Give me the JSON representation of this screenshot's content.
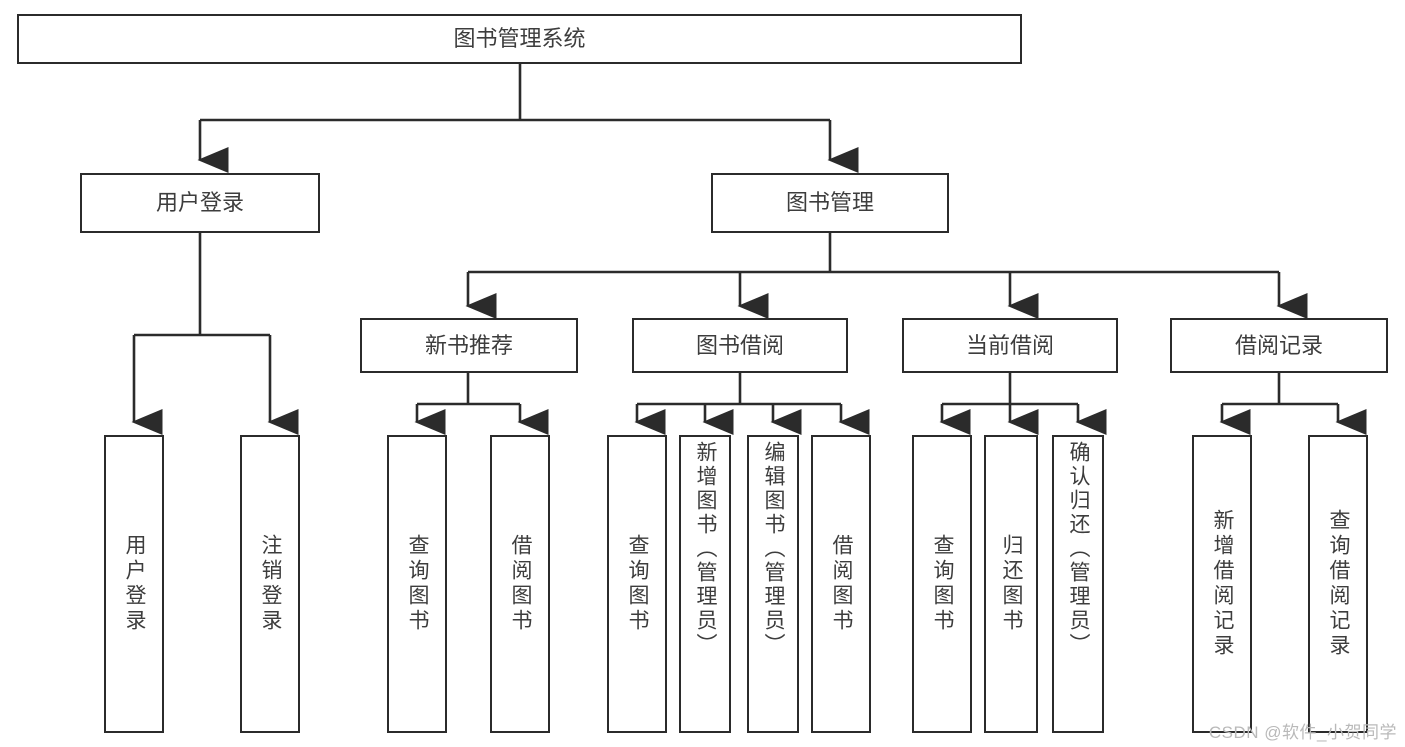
{
  "diagram": {
    "title": "图书管理系统",
    "type": "tree",
    "root": {
      "label": "图书管理系统"
    },
    "level1": [
      {
        "label": "用户登录"
      },
      {
        "label": "图书管理"
      }
    ],
    "level2": [
      {
        "label": "新书推荐",
        "parent": "图书管理"
      },
      {
        "label": "图书借阅",
        "parent": "图书管理"
      },
      {
        "label": "当前借阅",
        "parent": "图书管理"
      },
      {
        "label": "借阅记录",
        "parent": "图书管理"
      }
    ],
    "leaves": [
      {
        "label": "用户登录",
        "parent": "用户登录"
      },
      {
        "label": "注销登录",
        "parent": "用户登录"
      },
      {
        "label": "查询图书",
        "parent": "新书推荐"
      },
      {
        "label": "借阅图书",
        "parent": "新书推荐"
      },
      {
        "label": "查询图书",
        "parent": "图书借阅"
      },
      {
        "label": "新增图书（管理员）",
        "parent": "图书借阅"
      },
      {
        "label": "编辑图书（管理员）",
        "parent": "图书借阅"
      },
      {
        "label": "借阅图书",
        "parent": "图书借阅"
      },
      {
        "label": "查询图书",
        "parent": "当前借阅"
      },
      {
        "label": "归还图书",
        "parent": "当前借阅"
      },
      {
        "label": "确认归还（管理员）",
        "parent": "当前借阅"
      },
      {
        "label": "新增借阅记录",
        "parent": "借阅记录"
      },
      {
        "label": "查询借阅记录",
        "parent": "借阅记录"
      }
    ],
    "colors": {
      "box_border": "#2b2b2b",
      "box_fill": "#ffffff",
      "connector": "#2b2b2b",
      "text": "#3d3d3d",
      "watermark": "#b9b9b9"
    }
  },
  "watermark": {
    "text": "CSDN @软件_小贺同学"
  }
}
